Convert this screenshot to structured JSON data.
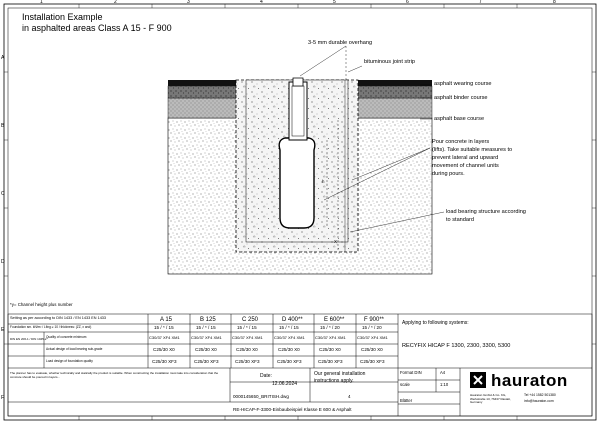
{
  "drawing": {
    "title_line1": "Installation Example",
    "title_line2": "in asphalted areas Class A 15 - F 900",
    "grid_letters": [
      "A",
      "B",
      "C",
      "D",
      "E",
      "F"
    ],
    "grid_numbers": [
      "1",
      "2",
      "3",
      "4",
      "5",
      "6",
      "7",
      "8"
    ],
    "dim_h": "h",
    "dim_x": "X"
  },
  "callouts": {
    "overhang": "3-5 mm durable overhang",
    "joint_strip": "bituminous joint strip",
    "wearing": "asphalt wearing course",
    "binder": "asphalt binder course",
    "base": "asphalt base course",
    "pour_1": "Pour concrete in layers",
    "pour_2": "(lifts). Take suitable measures to",
    "pour_3": "prevent lateral and upward",
    "pour_4": "movement of channel units",
    "pour_5": "during pours.",
    "load_1": "load bearing structure according",
    "load_2": "to standard"
  },
  "note": "*y= Channel height plus number",
  "table": {
    "header_label": "Setting as per according to DIN 1433 / EN 1433 EN 1433",
    "classes": [
      "A 15",
      "B 125",
      "C 250",
      "D 400**",
      "E 600**",
      "F 900**"
    ],
    "rows": [
      {
        "label": "Foundation sm. kN/m² / Lfing ≥ 10 / thickness: (ZZ, x and)",
        "values": [
          "15 / * / 15",
          "15 / * / 15",
          "15 / * / 15",
          "15 / * / 15",
          "15 / * / 20",
          "15 / * / 20"
        ]
      },
      {
        "label": "Quality of concrete minimum",
        "values": [
          "C30/37 XF4 XM1",
          "C30/37 XF4 XM1",
          "C30/37 XF4 XM1",
          "C30/37 XF4 XM1",
          "C30/37 XF4 XM1",
          "C30/37 XF4 XM1"
        ]
      },
      {
        "label": "Actual design of load bearing sub-grade",
        "values": [
          "C25/30 X0",
          "C25/30 X0",
          "C25/30 X0",
          "C25/30 X0",
          "C25/30 X0",
          "C25/30 X0"
        ]
      },
      {
        "label": "Load design of foundation quality",
        "values": [
          "C25/30 XF3",
          "C25/30 XF3",
          "C25/30 XF3",
          "C25/30 XF3",
          "C25/30 XF3",
          "C25/30 XF3"
        ]
      }
    ],
    "side_group": "DIN EN 206-1 / DIN 1045-2",
    "applies_label": "Applying to following systems:",
    "systems": "RECYFIX HICAP F 1300, 2300, 3300, 5300",
    "fine_print": "The planner has to evaluate, whether technically and statically the product is suitable. When constructing the installation must take into consideration that the concrete should be poured in layers...",
    "date_label": "Date:",
    "date_value": "12.06.2024",
    "general_instr_1": "Our general installation",
    "general_instr_2": "instructions apply.",
    "doc_number": "0000145650_BRITISH.dwg",
    "sheet": "4",
    "format_label": "Format DIN",
    "format_value": "A4",
    "scale_label": "scale",
    "scale_value": "1:10",
    "blatt_label": "Blätter",
    "filename": "RE-HICAP-F-3300-Einbaubeispiel Klasse E 600 & Asphalt",
    "address": "Hauraton GmbH & Co. KG, Werkstraße 13, 76437 Rastatt, Germany",
    "phone": "Tel +44 1582 501380",
    "email": "info@hauraton.com"
  },
  "logo": {
    "word": "hauraton"
  }
}
